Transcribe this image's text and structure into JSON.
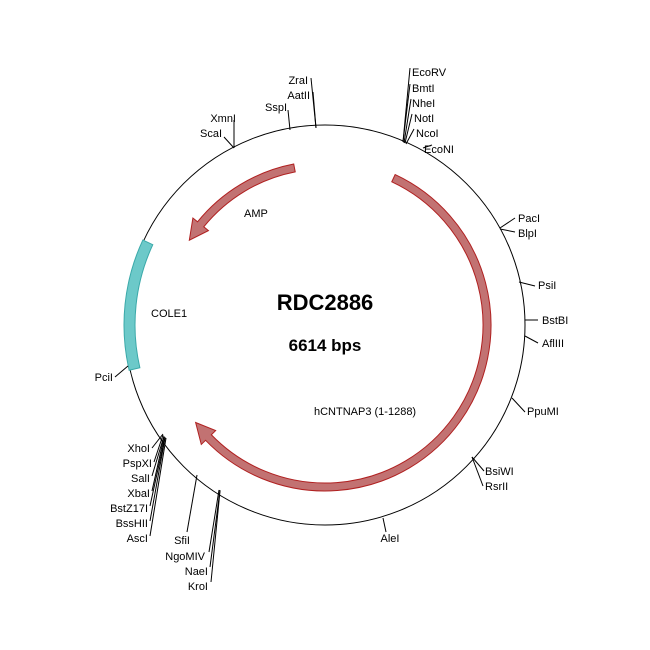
{
  "plasmid": {
    "name": "RDC2886",
    "size_label": "6614 bps"
  },
  "features": [
    {
      "name": "AMP",
      "color": "#c27272",
      "stroke": "#b02020"
    },
    {
      "name": "hCNTNAP3 (1-1288)",
      "color": "#c27272",
      "stroke": "#b02020"
    },
    {
      "name": "COLE1",
      "color": "#6cc9c9",
      "stroke": "#3aa9a9"
    }
  ],
  "sites": [
    "EcoRV",
    "BmtI",
    "NheI",
    "NotI",
    "NcoI",
    "EcoNI",
    "ZraI",
    "AatII",
    "SspI",
    "XmnI",
    "ScaI",
    "PacI",
    "BlpI",
    "PsiI",
    "BstBI",
    "AflIII",
    "PpuMI",
    "BsiWI",
    "RsrII",
    "AleI",
    "PciI",
    "XhoI",
    "PspXI",
    "SalI",
    "XbaI",
    "BstZ17I",
    "BssHII",
    "AscI",
    "SfiI",
    "NgoMIV",
    "NaeI",
    "KroI"
  ]
}
